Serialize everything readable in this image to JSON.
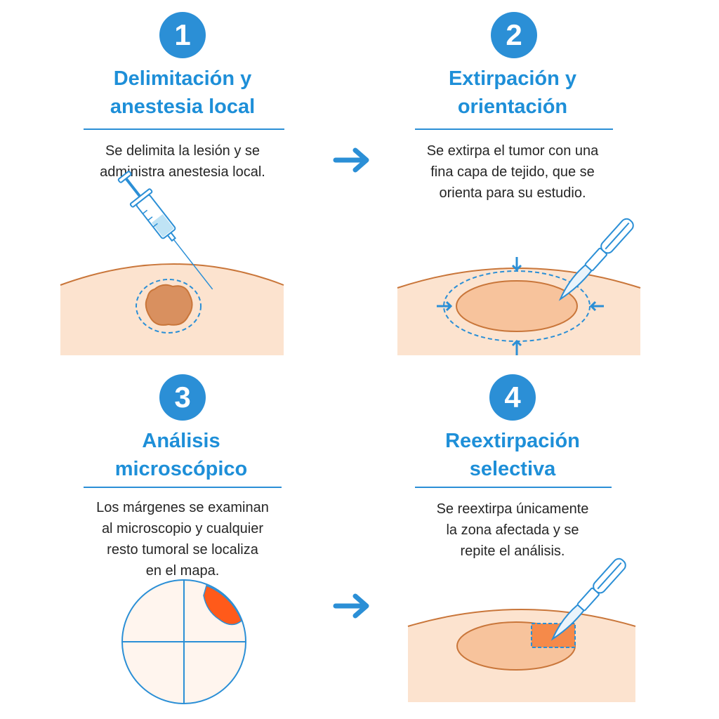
{
  "steps": [
    {
      "number": "1",
      "title_line1": "Delimitación y",
      "title_line2": "anestesia local",
      "desc_lines": [
        "Se delimita la lesión y se",
        "administra anestesia local."
      ]
    },
    {
      "number": "2",
      "title_line1": "Extirpación y",
      "title_line2": "orientación",
      "desc_lines": [
        "Se extirpa el tumor con una",
        "fina capa de tejido, que se",
        "orienta para su estudio."
      ]
    },
    {
      "number": "3",
      "title_line1": "Análisis",
      "title_line2": "microscópico",
      "desc_lines": [
        "Los márgenes se examinan",
        "al microscopio y cualquier",
        "resto tumoral se localiza",
        "en el mapa."
      ]
    },
    {
      "number": "4",
      "title_line1": "Reextirpación",
      "title_line2": "selectiva",
      "desc_lines": [
        "Se reextirpa únicamente",
        "la zona afectada y se",
        "repite el análisis."
      ]
    }
  ],
  "colors": {
    "accent": "#2b8fd6",
    "skin": "#fce3cf",
    "skin_edge": "#c9763a",
    "lesion": "#d9905f",
    "tumor_residue": "#ff5a1a",
    "map_line": "#2b8fd6",
    "map_fill": "#fff5ee"
  },
  "icons": [
    "syringe-icon",
    "scalpel-icon",
    "arrow-right-icon",
    "microscopic-map-icon"
  ]
}
